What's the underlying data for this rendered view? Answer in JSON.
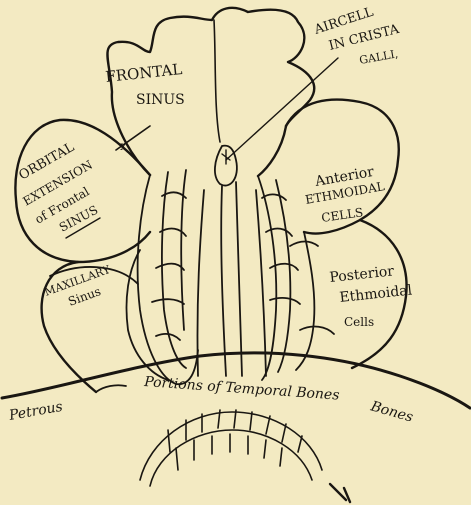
{
  "diagram": {
    "ink_color": "#1a1712",
    "paper_color": "#f3eac2",
    "labels": {
      "frontal_1": "FRONTAL",
      "frontal_2": "SINUS",
      "aircell_1": "AIRCELL",
      "aircell_2": "IN CRISTA",
      "aircell_3": "GALLI,",
      "orbital_1": "ORBITAL",
      "orbital_2": "EXTENSION",
      "orbital_3": "of Frontal",
      "orbital_4": "SINUS",
      "marker_x": "x",
      "anterior_1": "Anterior",
      "anterior_2": "ETHMOIDAL",
      "anterior_3": "CELLS",
      "maxillary_1": "MAXILLARY",
      "maxillary_2": "Sinus",
      "posterior_1": "Posterior",
      "posterior_2": "Ethmoidal",
      "posterior_3": "Cells",
      "temporal": "Portions of Temporal Bones",
      "petrous": "Petrous",
      "bones": "Bones"
    }
  }
}
